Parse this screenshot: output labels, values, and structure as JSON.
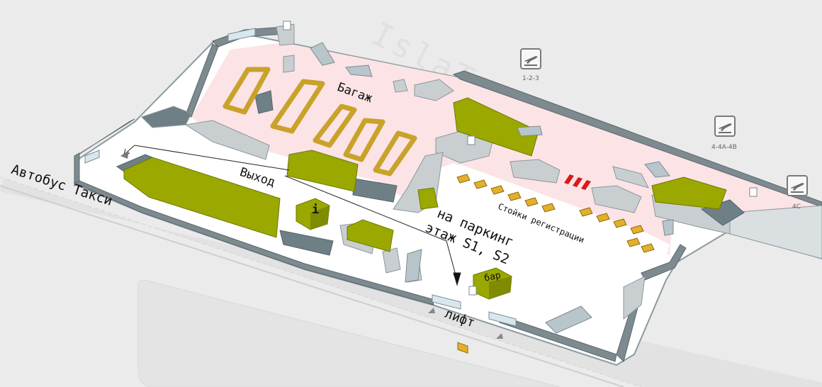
{
  "map": {
    "watermark": "IslaTemerife",
    "labels": {
      "bus_taxi": "Автобус Такси",
      "exit": "Выход",
      "baggage": "Багаж",
      "parking_line1": "на паркинг",
      "parking_line2": "этаж S1, S2",
      "checkin": "Стойки регистрации",
      "elevator": "лифт",
      "info": "i",
      "bar": "бар"
    },
    "gates": [
      {
        "label": "1-2-3",
        "icon": "departures-plane-icon"
      },
      {
        "label": "4-4A-4B",
        "icon": "departures-plane-icon"
      },
      {
        "label": "4C",
        "icon": "departures-plane-icon"
      }
    ],
    "colors": {
      "background": "#ebebeb",
      "floor": "#ffffff",
      "baggage_hall": "#fbe3e6",
      "shop_olive": "#9aa800",
      "wall_dark": "#6f7f86",
      "carousel_gold": "#c9a22a",
      "red_counters": "#d91a1a"
    }
  }
}
